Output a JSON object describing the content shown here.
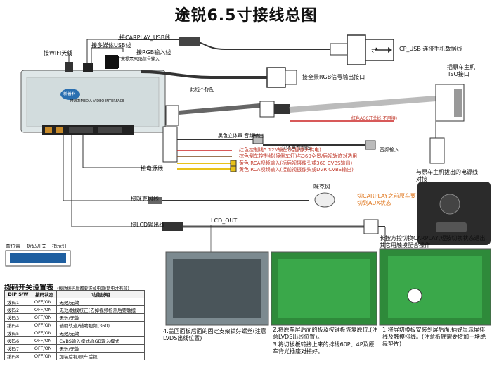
{
  "title": "途锐6.5寸接线总图",
  "labels": {
    "wifi": "接WIFI天线",
    "carplay_usb": "接CARPLAY_USB线",
    "media_usb": "接多媒体USB线",
    "rgb_in": "接RGB输入线",
    "rgb_in_note": "未提示RGB信号输入",
    "usb_out": "CP_USB 连接手机数据线",
    "rgb_out": "接全景RGB信号输出接口",
    "no_label": "此线不标配",
    "host": "插原车主机",
    "iso": "ISO接口",
    "red_acc": "红色ACC开关线(不用接)",
    "black_audio": "黑色立体声 音频输出",
    "audio_amp": "立体声音频线",
    "audio_in": "音频输入",
    "power_line": "接电源线",
    "red_ctrl": "红色控制线5 12V输出(给摄像头供电)",
    "brown_ctrl": "棕色倒车控制线(接倒车灯)与360全景/后视轨迹对选用",
    "yellow1": "黄色 RCA视频输入(标后视摄像头或360 CVBS输出)",
    "yellow2": "黄色 RCA视频输入(接前视摄像头或DVR CVBS输出)",
    "host_power": "与原车主机拔出的电源线对接",
    "mic_line": "接咪克风线",
    "mic": "咪克风",
    "lcd_line": "接LCD输出线",
    "lcd_out": "LCD_OUT",
    "carplay_switch": "切CARPLAY之前原车要切到AUX状态",
    "long_press": "长按方控切换CARPLAY,短按切换状态退出,其它用触摸配合操作",
    "dip_pos": "盒位置",
    "dip_switch": "拨码开关",
    "dip_indicator": "指示灯",
    "board_name": "MULTIMEDIA VIDEO INTERFACE",
    "board_brand": "新普科"
  },
  "dip_table": {
    "heading": "拨码开关设置表",
    "heading_note": "(拨动拨码后都要拔掉电源/断电才有效)",
    "columns": [
      "DIP S/W",
      "拨码状态",
      "功能说明"
    ],
    "rows": [
      [
        "拨码1",
        "OFF/ON",
        "无效/无效"
      ],
      [
        "拨码2",
        "OFF/ON",
        "无效/触摸校正(去掉视频检测后要触摸"
      ],
      [
        "拨码3",
        "OFF/ON",
        "无效/无效"
      ],
      [
        "拨码4",
        "OFF/ON",
        "辅助轨迹/辅助视频(360)"
      ],
      [
        "拨码5",
        "OFF/ON",
        "无效/无效"
      ],
      [
        "拨码6",
        "OFF/ON",
        "CVBS输入模式/RGB输入模式"
      ],
      [
        "拨码7",
        "OFF/ON",
        "无效/无效"
      ],
      [
        "拨码8",
        "OFF/ON",
        "加装后视/原车后视"
      ]
    ]
  },
  "steps": {
    "step4": "4.盖回面板后面的固定支架锁好螺丝(注意LVDS出线位置)",
    "step2a": "2.将原车屏后面的板及按键板恢复原位,(注意LVDS出线位置)。",
    "step2b": "3.将切板板转接上来的排线60P、4P及原车背光插座对接好。",
    "step1": "1.将屏切换板安装到屏后面,插好显示屏排线及触摸排线。(注意板底需要增加一块绝缘垫片)"
  },
  "colors": {
    "red_wire": "#cc2222",
    "yellow_wire": "#e8c21a",
    "brown_wire": "#7a4a1d",
    "board_bg": "#dfe7e8",
    "accent_orange": "#e07820"
  }
}
